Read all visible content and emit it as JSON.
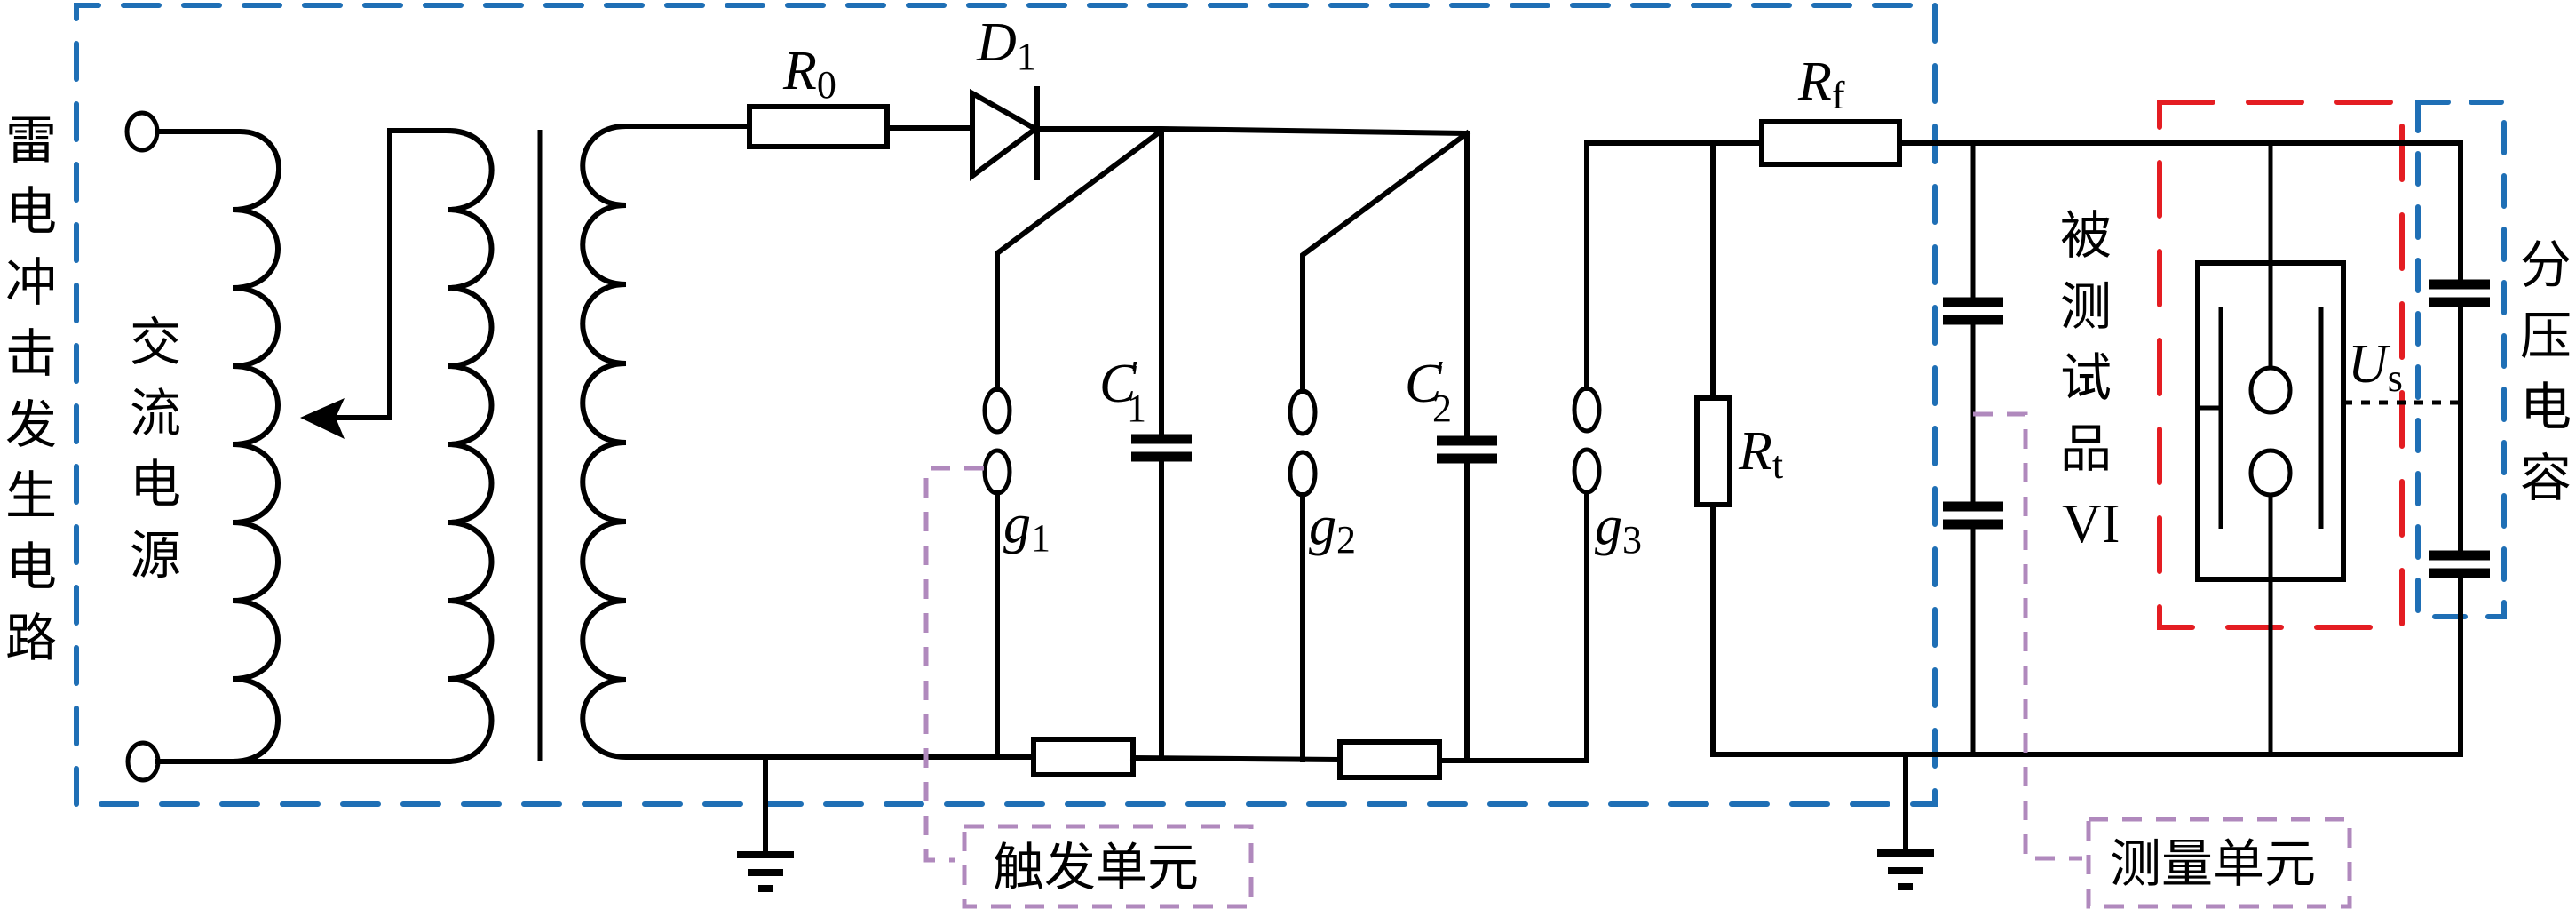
{
  "diagram": {
    "title": "雷电冲击发生电路与测量单元",
    "colors": {
      "generator_box": "#1f6fb5",
      "test_object_box": "#e41d22",
      "divider_box": "#1f6fb5",
      "unit_callout": "#b089bd",
      "wire": "#000000"
    },
    "labels": {
      "generator_circuit": [
        "雷",
        "电",
        "冲",
        "击",
        "发",
        "生",
        "电",
        "路"
      ],
      "ac_source": [
        "交",
        "流",
        "电",
        "源"
      ],
      "test_object": [
        "被",
        "测",
        "试",
        "品"
      ],
      "test_object_id": "VI",
      "divider_capacitor": [
        "分",
        "压",
        "电",
        "容"
      ],
      "trigger_unit": "触发单元",
      "measurement_unit": "测量单元"
    },
    "components": {
      "R0": {
        "symbol": "R",
        "sub": "0"
      },
      "D1": {
        "symbol": "D",
        "sub": "1"
      },
      "C1": {
        "symbol": "C",
        "prime": "′",
        "sub": "1"
      },
      "C2": {
        "symbol": "C",
        "prime": "′",
        "sub": "2"
      },
      "g1": {
        "symbol": "g",
        "sub": "1"
      },
      "g2": {
        "symbol": "g",
        "sub": "2"
      },
      "g3": {
        "symbol": "g",
        "sub": "3"
      },
      "Rf": {
        "symbol": "R",
        "sub": "f"
      },
      "Rt": {
        "symbol": "R",
        "sub": "t"
      },
      "Us": {
        "symbol": "U",
        "sub": "s"
      }
    }
  }
}
